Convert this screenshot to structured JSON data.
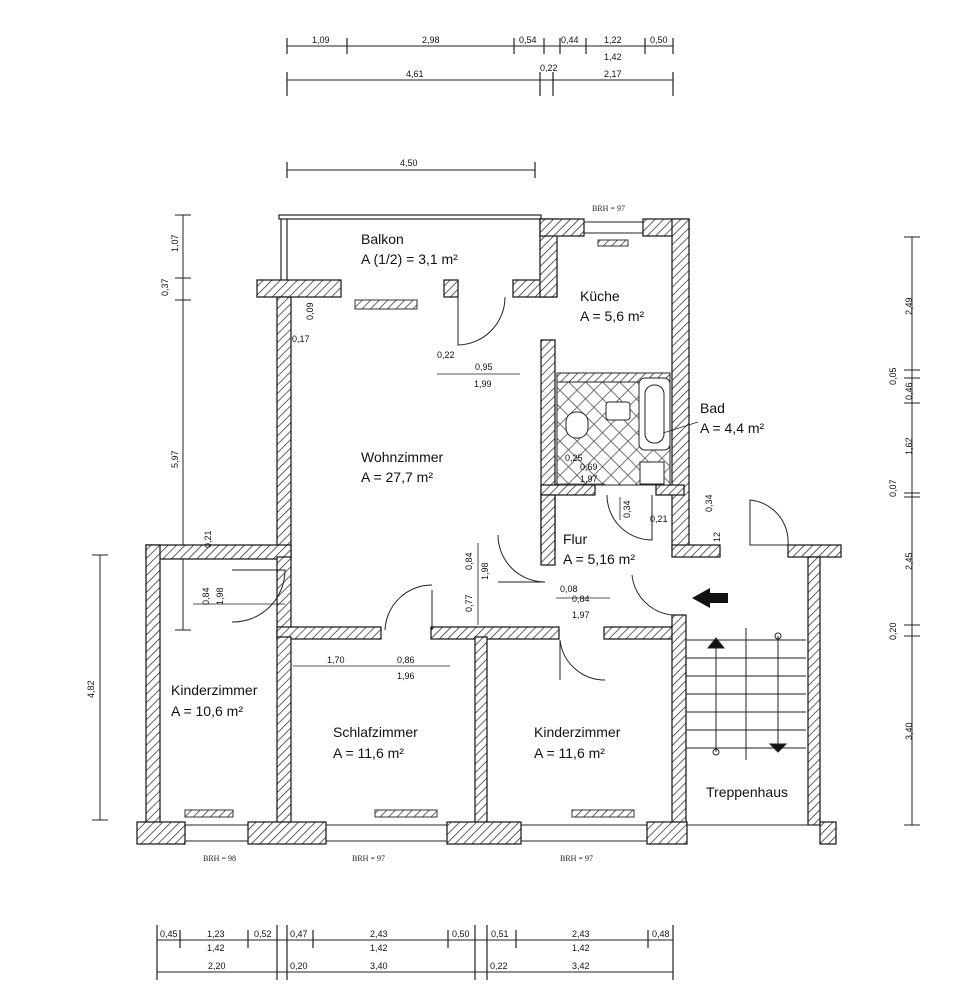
{
  "rooms": {
    "balkon": {
      "name": "Balkon",
      "area": "A (1/2) = 3,1 m²"
    },
    "kueche": {
      "name": "Küche",
      "area": "A = 5,6 m²"
    },
    "bad": {
      "name": "Bad",
      "area": "A = 4,4 m²"
    },
    "wohnzimmer": {
      "name": "Wohnzimmer",
      "area": "A = 27,7 m²"
    },
    "flur": {
      "name": "Flur",
      "area": "A = 5,16 m²"
    },
    "kinderzimmer_left": {
      "name": "Kinderzimmer",
      "area": "A = 10,6 m²"
    },
    "schlafzimmer": {
      "name": "Schlafzimmer",
      "area": "A = 11,6 m²"
    },
    "kinderzimmer_right": {
      "name": "Kinderzimmer",
      "area": "A = 11,6 m²"
    },
    "treppenhaus": {
      "name": "Treppenhaus"
    }
  },
  "brh": {
    "top": "BRH = 97",
    "bottom_left": "BRH = 98",
    "bottom_mid": "BRH = 97",
    "bottom_right": "BRH = 97"
  },
  "dims": {
    "top_row1": [
      "1,09",
      "2,98",
      "0,54",
      "0,44",
      "1,22",
      "0,50"
    ],
    "top_row1_sub": "1,42",
    "top_row2": [
      "4,61",
      "0,22",
      "2,17"
    ],
    "balcony_width": "4,50",
    "left_vertical": [
      "1,07",
      "0,37",
      "5,97"
    ],
    "left_lower": "4,82",
    "right_vertical": [
      "2,49",
      "0,05",
      "0,46",
      "1,62",
      "0,07",
      "2,45",
      "0,20",
      "3,40"
    ],
    "bottom_row1": [
      "0,45",
      "1,23",
      "0,52",
      "0,47",
      "2,43",
      "0,50",
      "0,51",
      "2,43",
      "0,48"
    ],
    "bottom_row1_sub": [
      "1,42",
      "1,42",
      "1,42"
    ],
    "bottom_row2": [
      "2,20",
      "0,20",
      "3,40",
      "0,22",
      "3,42"
    ],
    "interior": {
      "wz_a": "0,22",
      "wz_b": "0,95",
      "wz_c": "1,99",
      "wz_d": "0,09",
      "wz_e": "0,17",
      "bad_a": "0,25",
      "bad_b": "0,69",
      "bad_c": "1,97",
      "flur_a": "0,34",
      "flur_b": "0,21",
      "flur_c": "0,34",
      "flur_d": "12",
      "wz_door_a": "0,84",
      "wz_door_b": "1,98",
      "wz_door_c": "0,77",
      "flur_door_a": "0,08",
      "flur_door_b": "0,84",
      "flur_door_c": "1,97",
      "kz_a": "0,21",
      "kz_b": "0,84",
      "kz_c": "1,98",
      "sz_a": "1,70",
      "sz_b": "0,86",
      "sz_c": "1,96"
    }
  }
}
